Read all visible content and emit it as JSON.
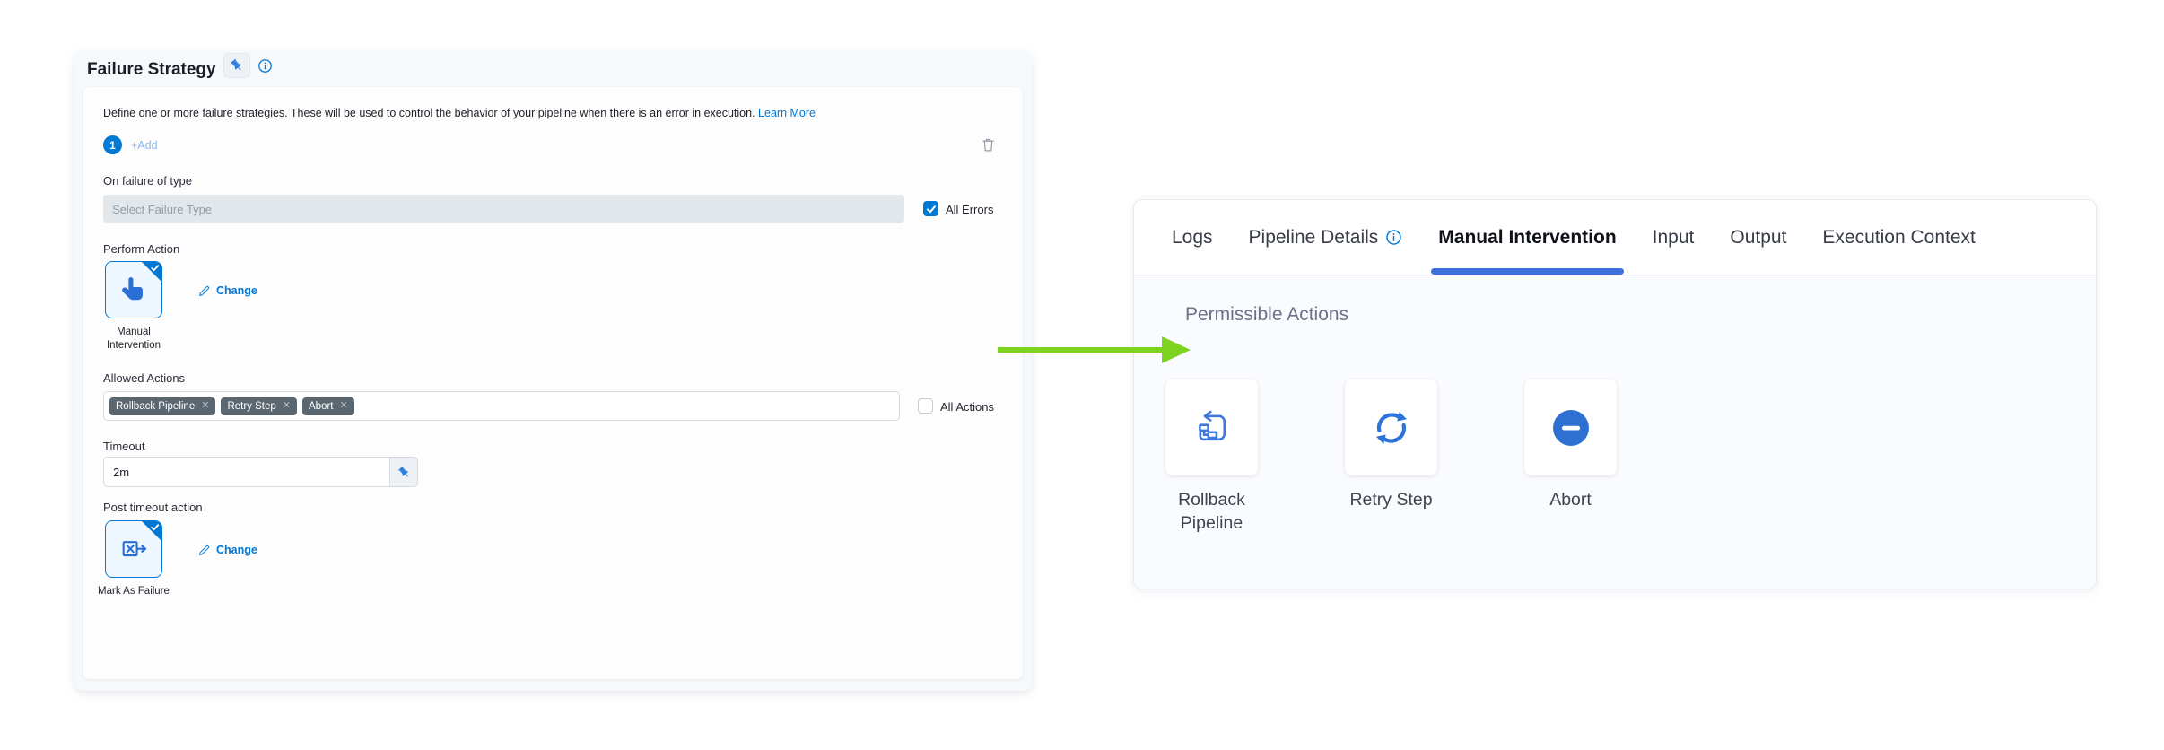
{
  "left_panel": {
    "title": "Failure Strategy",
    "description": "Define one or more failure strategies. These will be used to control the behavior of your pipeline when there is an error in execution.",
    "learn_more_label": "Learn More",
    "strategy_index": "1",
    "add_label": "+Add",
    "on_failure_label": "On failure of type",
    "failure_type_placeholder": "Select Failure Type",
    "all_errors": {
      "label": "All Errors",
      "checked": true
    },
    "perform_action_label": "Perform Action",
    "perform_action_value": "Manual Intervention",
    "change_label": "Change",
    "allowed_actions_label": "Allowed Actions",
    "allowed_actions_tags": [
      "Rollback Pipeline",
      "Retry Step",
      "Abort"
    ],
    "all_actions": {
      "label": "All Actions",
      "checked": false
    },
    "timeout_label": "Timeout",
    "timeout_value": "2m",
    "post_timeout_label": "Post timeout action",
    "post_timeout_value": "Mark As Failure"
  },
  "right_panel": {
    "tabs": [
      {
        "label": "Logs",
        "active": false
      },
      {
        "label": "Pipeline Details",
        "active": false,
        "has_info_icon": true
      },
      {
        "label": "Manual Intervention",
        "active": true
      },
      {
        "label": "Input",
        "active": false
      },
      {
        "label": "Output",
        "active": false
      },
      {
        "label": "Execution Context",
        "active": false
      }
    ],
    "heading": "Permissible Actions",
    "actions": [
      {
        "label": "Rollback Pipeline",
        "icon": "rollback-pipeline-icon"
      },
      {
        "label": "Retry Step",
        "icon": "retry-icon"
      },
      {
        "label": "Abort",
        "icon": "abort-icon"
      }
    ]
  },
  "icons": {
    "pin": "pushpin-icon",
    "info": "info-circle-icon",
    "trash": "trash-icon",
    "pencil": "pencil-icon",
    "hand": "hand-pointer-icon",
    "mark_failure": "mark-as-failure-icon"
  },
  "colors": {
    "primary_blue": "#0278d5",
    "icon_blue": "#2e73d9",
    "abort_fill": "#2e6fd2",
    "active_tab_underline": "#3d70da",
    "tag_bg": "#5b6770",
    "arrow_green": "#7ed321",
    "panel_bg": "#f6f9fc",
    "content_bg": "#fafbfe",
    "select_bg": "#e2e7ec"
  }
}
